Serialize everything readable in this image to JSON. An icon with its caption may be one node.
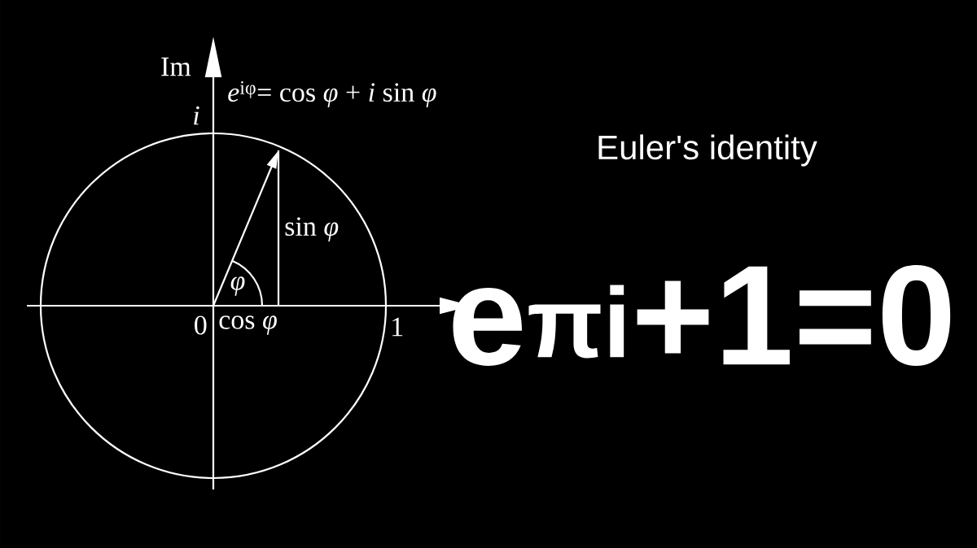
{
  "diagram": {
    "title": "Euler's identity",
    "labels": [
      "Im",
      "*i*",
      "*e*$^{iφ}$= cos *φ* + *i* sin *φ*",
      "sin *φ*",
      "*φ*",
      "0",
      "cos *φ*",
      "1",
      "e$^{πi}$+1=0"
    ]
  }
}
